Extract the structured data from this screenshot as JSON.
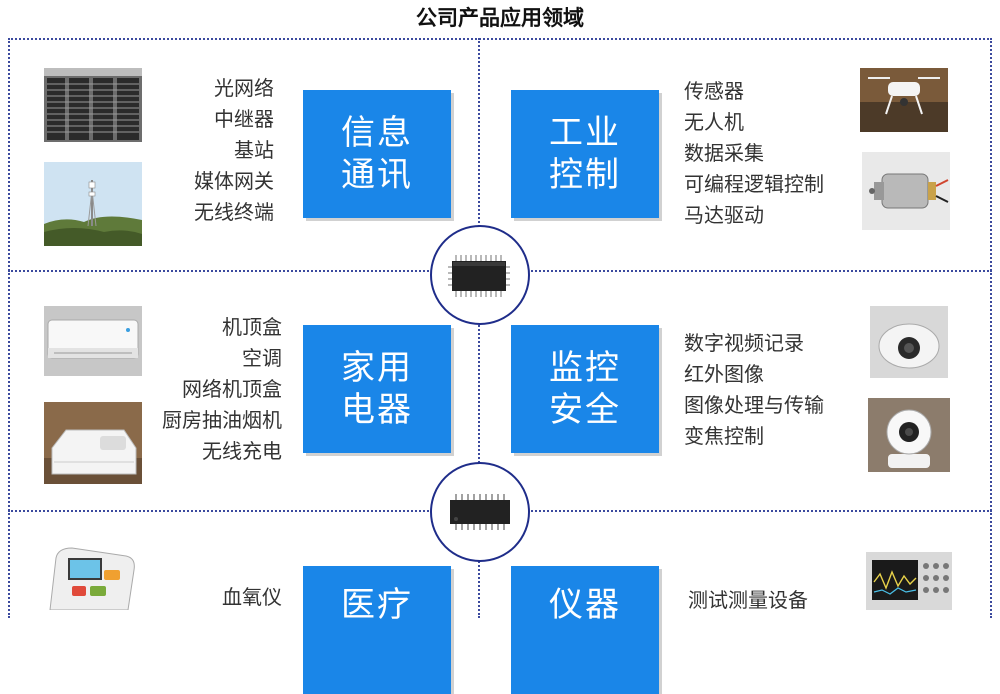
{
  "title": "公司产品应用领域",
  "quadrants": {
    "info_comm": {
      "category": [
        "信息",
        "通讯"
      ],
      "applications": [
        "光网络",
        "中继器",
        "基站",
        "媒体网关",
        "无线终端"
      ]
    },
    "industrial_control": {
      "category": [
        "工业",
        "控制"
      ],
      "applications": [
        "传感器",
        "无人机",
        "数据采集",
        "可编程逻辑控制",
        "马达驱动"
      ]
    },
    "home_appliances": {
      "category": [
        "家用",
        "电器"
      ],
      "applications": [
        "机顶盒",
        "空调",
        "网络机顶盒",
        "厨房抽油烟机",
        "无线充电"
      ]
    },
    "security_monitoring": {
      "category": [
        "监控",
        "安全"
      ],
      "applications": [
        "数字视频记录",
        "红外图像",
        "图像处理与传输",
        "变焦控制"
      ]
    },
    "medical": {
      "category": [
        "医疗"
      ],
      "applications": [
        "血氧仪"
      ]
    },
    "instruments": {
      "category": [
        "仪器"
      ],
      "applications": [
        "测试测量设备"
      ]
    }
  },
  "colors": {
    "category_box": "#1a86e8",
    "divider": "#3b4a9e",
    "chip": "#222222"
  },
  "icons": {
    "top_center": "qfp-chip-icon",
    "bottom_center": "sop-chip-icon"
  }
}
